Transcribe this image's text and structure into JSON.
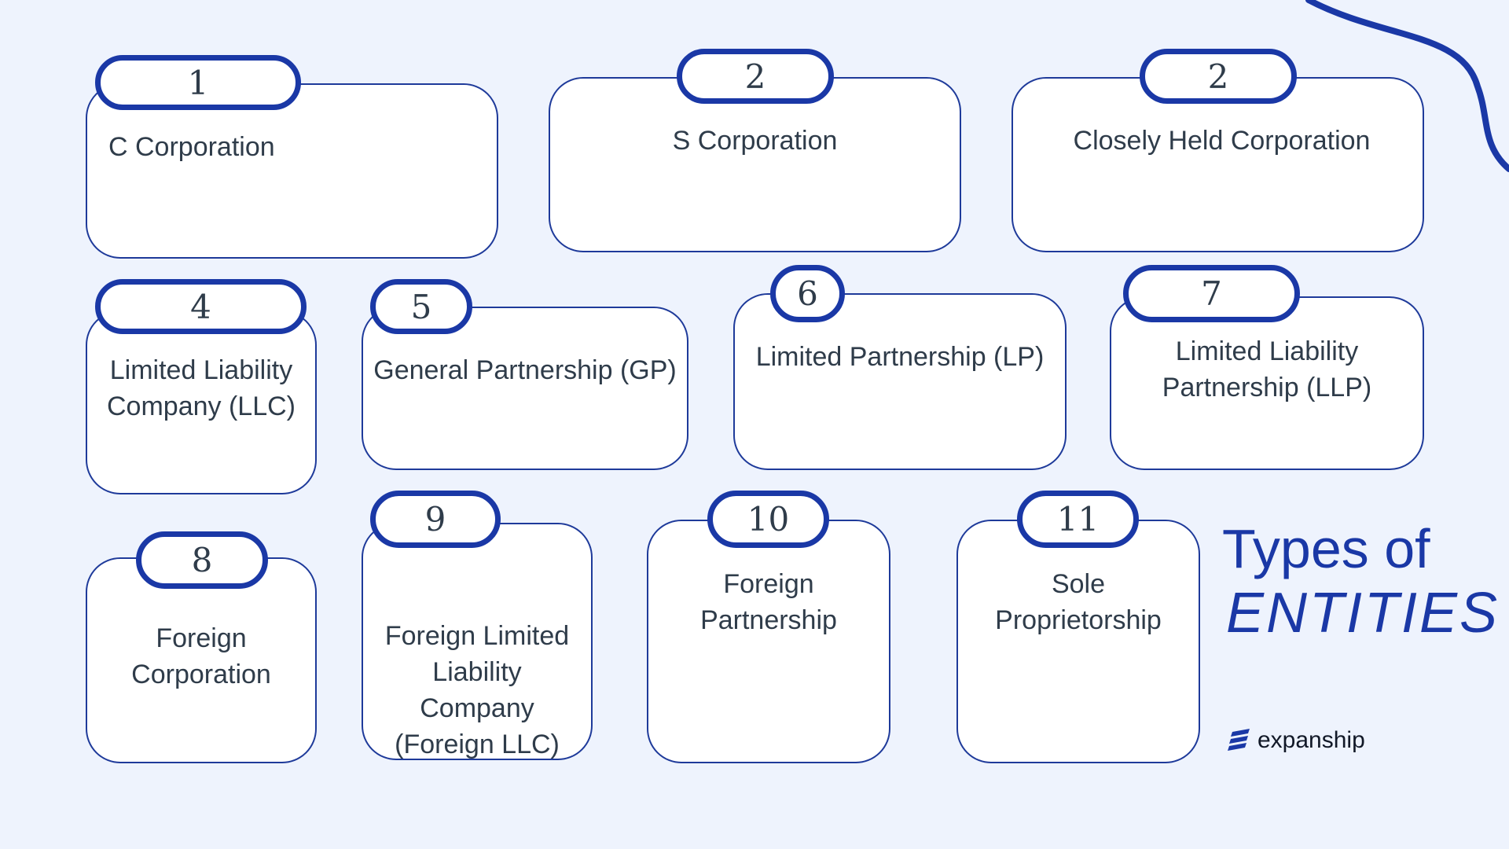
{
  "entities": [
    {
      "number": "1",
      "name": "C Corporation"
    },
    {
      "number": "2",
      "name": "S Corporation"
    },
    {
      "number": "2",
      "name": "Closely Held Corporation"
    },
    {
      "number": "4",
      "name": "Limited Liability\nCompany (LLC)"
    },
    {
      "number": "5",
      "name": "General Partnership (GP)"
    },
    {
      "number": "6",
      "name": "Limited Partnership (LP)"
    },
    {
      "number": "7",
      "name": "Limited Liability\nPartnership (LLP)"
    },
    {
      "number": "8",
      "name": "Foreign\nCorporation"
    },
    {
      "number": "9",
      "name": "Foreign Limited\nLiability\nCompany\n(Foreign LLC)"
    },
    {
      "number": "10",
      "name": "Foreign\nPartnership"
    },
    {
      "number": "11",
      "name": "Sole\nProprietorship"
    }
  ],
  "heading": {
    "line1": "Types of",
    "line2": "ENTITIES"
  },
  "brand": {
    "name": "expanship",
    "icon": "expanship-logo-icon"
  },
  "colors": {
    "accent": "#1a38a6",
    "background": "#eef3fd",
    "card": "#ffffff",
    "text": "#2f3c4a"
  }
}
